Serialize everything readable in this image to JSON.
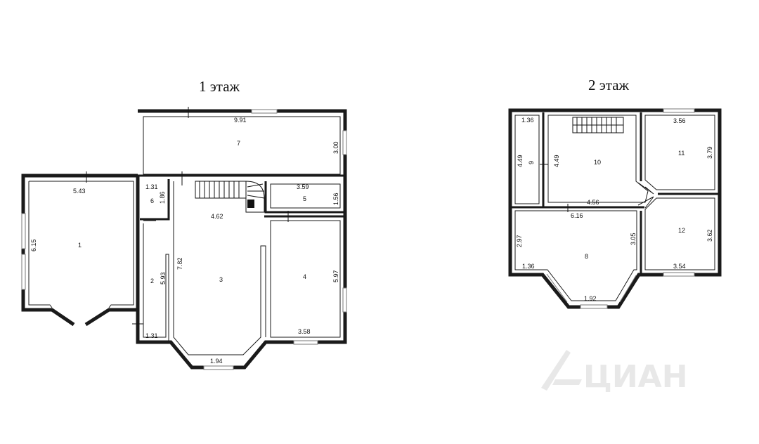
{
  "floors": [
    {
      "title": "1 этаж",
      "rooms": [
        {
          "id": "1",
          "label": "1"
        },
        {
          "id": "2",
          "label": "2"
        },
        {
          "id": "3",
          "label": "3"
        },
        {
          "id": "4",
          "label": "4"
        },
        {
          "id": "5",
          "label": "5"
        },
        {
          "id": "6",
          "label": "6"
        },
        {
          "id": "7",
          "label": "7"
        }
      ],
      "dimensions": [
        "9.91",
        "3.00",
        "5.43",
        "6.15",
        "1.31",
        "1.86",
        "4.62",
        "3.59",
        "1.56",
        "7.82",
        "5.93",
        "5.97",
        "1.31",
        "1.94",
        "3.58"
      ]
    },
    {
      "title": "2 этаж",
      "rooms": [
        {
          "id": "8",
          "label": "8"
        },
        {
          "id": "9",
          "label": "9"
        },
        {
          "id": "10",
          "label": "10"
        },
        {
          "id": "11",
          "label": "11"
        },
        {
          "id": "12",
          "label": "12"
        }
      ],
      "dimensions": [
        "1.36",
        "4.49",
        "4.49",
        "3.56",
        "3.79",
        "4.56",
        "6.16",
        "2.97",
        "3.05",
        "3.62",
        "1.36",
        "3.54",
        "1.92"
      ]
    }
  ],
  "watermark": {
    "text": "ЦИАН",
    "logo": "cian-logo-icon"
  }
}
